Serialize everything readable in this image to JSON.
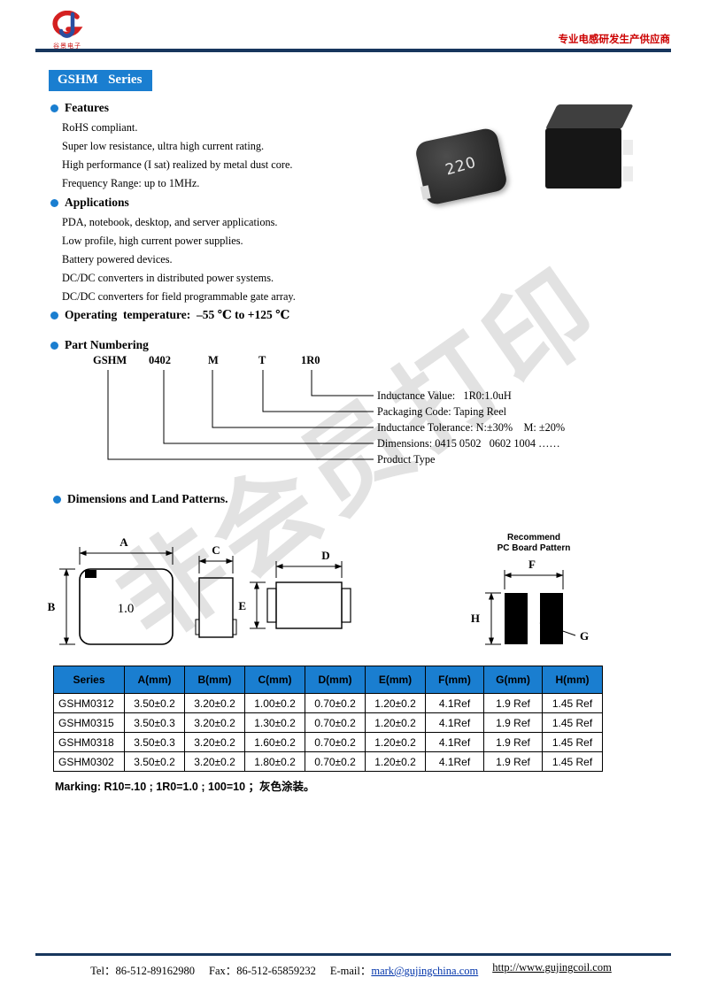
{
  "header": {
    "logo_sub": "谷景电子",
    "slogan": "专业电感研发生产供应商"
  },
  "title": "GSHM   Series",
  "features": {
    "heading": "Features",
    "items": [
      "RoHS compliant.",
      "Super low resistance, ultra high current rating.",
      "High performance (I sat) realized by metal dust core.",
      "Frequency Range: up to 1MHz."
    ]
  },
  "product_image": {
    "marking": "220"
  },
  "applications": {
    "heading": "Applications",
    "items": [
      "PDA, notebook, desktop, and server applications.",
      "Low profile, high current power supplies.",
      "Battery powered devices.",
      "DC/DC converters in distributed power systems.",
      "DC/DC converters for field programmable gate array."
    ]
  },
  "operating_temperature": "Operating  temperature:  –55 ℃ to +125 ℃",
  "part_numbering": {
    "heading": "Part Numbering",
    "tokens": [
      "GSHM",
      "0402",
      "M",
      "T",
      "1R0"
    ],
    "annotations": [
      "Inductance Value:   1R0:1.0uH",
      "Packaging Code: Taping Reel",
      "Inductance Tolerance: N:±30%    M: ±20%",
      "Dimensions: 0415 0502   0602 1004 ……",
      "Product Type"
    ]
  },
  "dimensions": {
    "heading": "Dimensions and Land Patterns.",
    "front_label": "1.0",
    "labels": {
      "A": "A",
      "B": "B",
      "C": "C",
      "D": "D",
      "E": "E",
      "F": "F",
      "G": "G",
      "H": "H"
    },
    "pcb_line1": "Recommend",
    "pcb_line2": "PC Board Pattern"
  },
  "table": {
    "headers": [
      "Series",
      "A(mm)",
      "B(mm)",
      "C(mm)",
      "D(mm)",
      "E(mm)",
      "F(mm)",
      "G(mm)",
      "H(mm)"
    ],
    "rows": [
      [
        "GSHM0312",
        "3.50±0.2",
        "3.20±0.2",
        "1.00±0.2",
        "0.70±0.2",
        "1.20±0.2",
        "4.1Ref",
        "1.9 Ref",
        "1.45 Ref"
      ],
      [
        "GSHM0315",
        "3.50±0.3",
        "3.20±0.2",
        "1.30±0.2",
        "0.70±0.2",
        "1.20±0.2",
        "4.1Ref",
        "1.9 Ref",
        "1.45 Ref"
      ],
      [
        "GSHM0318",
        "3.50±0.3",
        "3.20±0.2",
        "1.60±0.2",
        "0.70±0.2",
        "1.20±0.2",
        "4.1Ref",
        "1.9 Ref",
        "1.45 Ref"
      ],
      [
        "GSHM0302",
        "3.50±0.2",
        "3.20±0.2",
        "1.80±0.2",
        "0.70±0.2",
        "1.20±0.2",
        "4.1Ref",
        "1.9 Ref",
        "1.45 Ref"
      ]
    ]
  },
  "marking_note": "Marking: R10=.10 ; 1R0=1.0 ; 100=10 ；灰色涂装。",
  "watermark": "非会员打印",
  "footer": {
    "tel": "Tel：86-512-89162980",
    "fax": "Fax：86-512-65859232",
    "email_label": "E-mail：",
    "email": "mark@gujingchina.com",
    "url": "http://www.gujingcoil.com"
  },
  "colors": {
    "accent_blue": "#1a7ed0",
    "navy_rule": "#17365d",
    "slogan_red": "#cc0000"
  }
}
